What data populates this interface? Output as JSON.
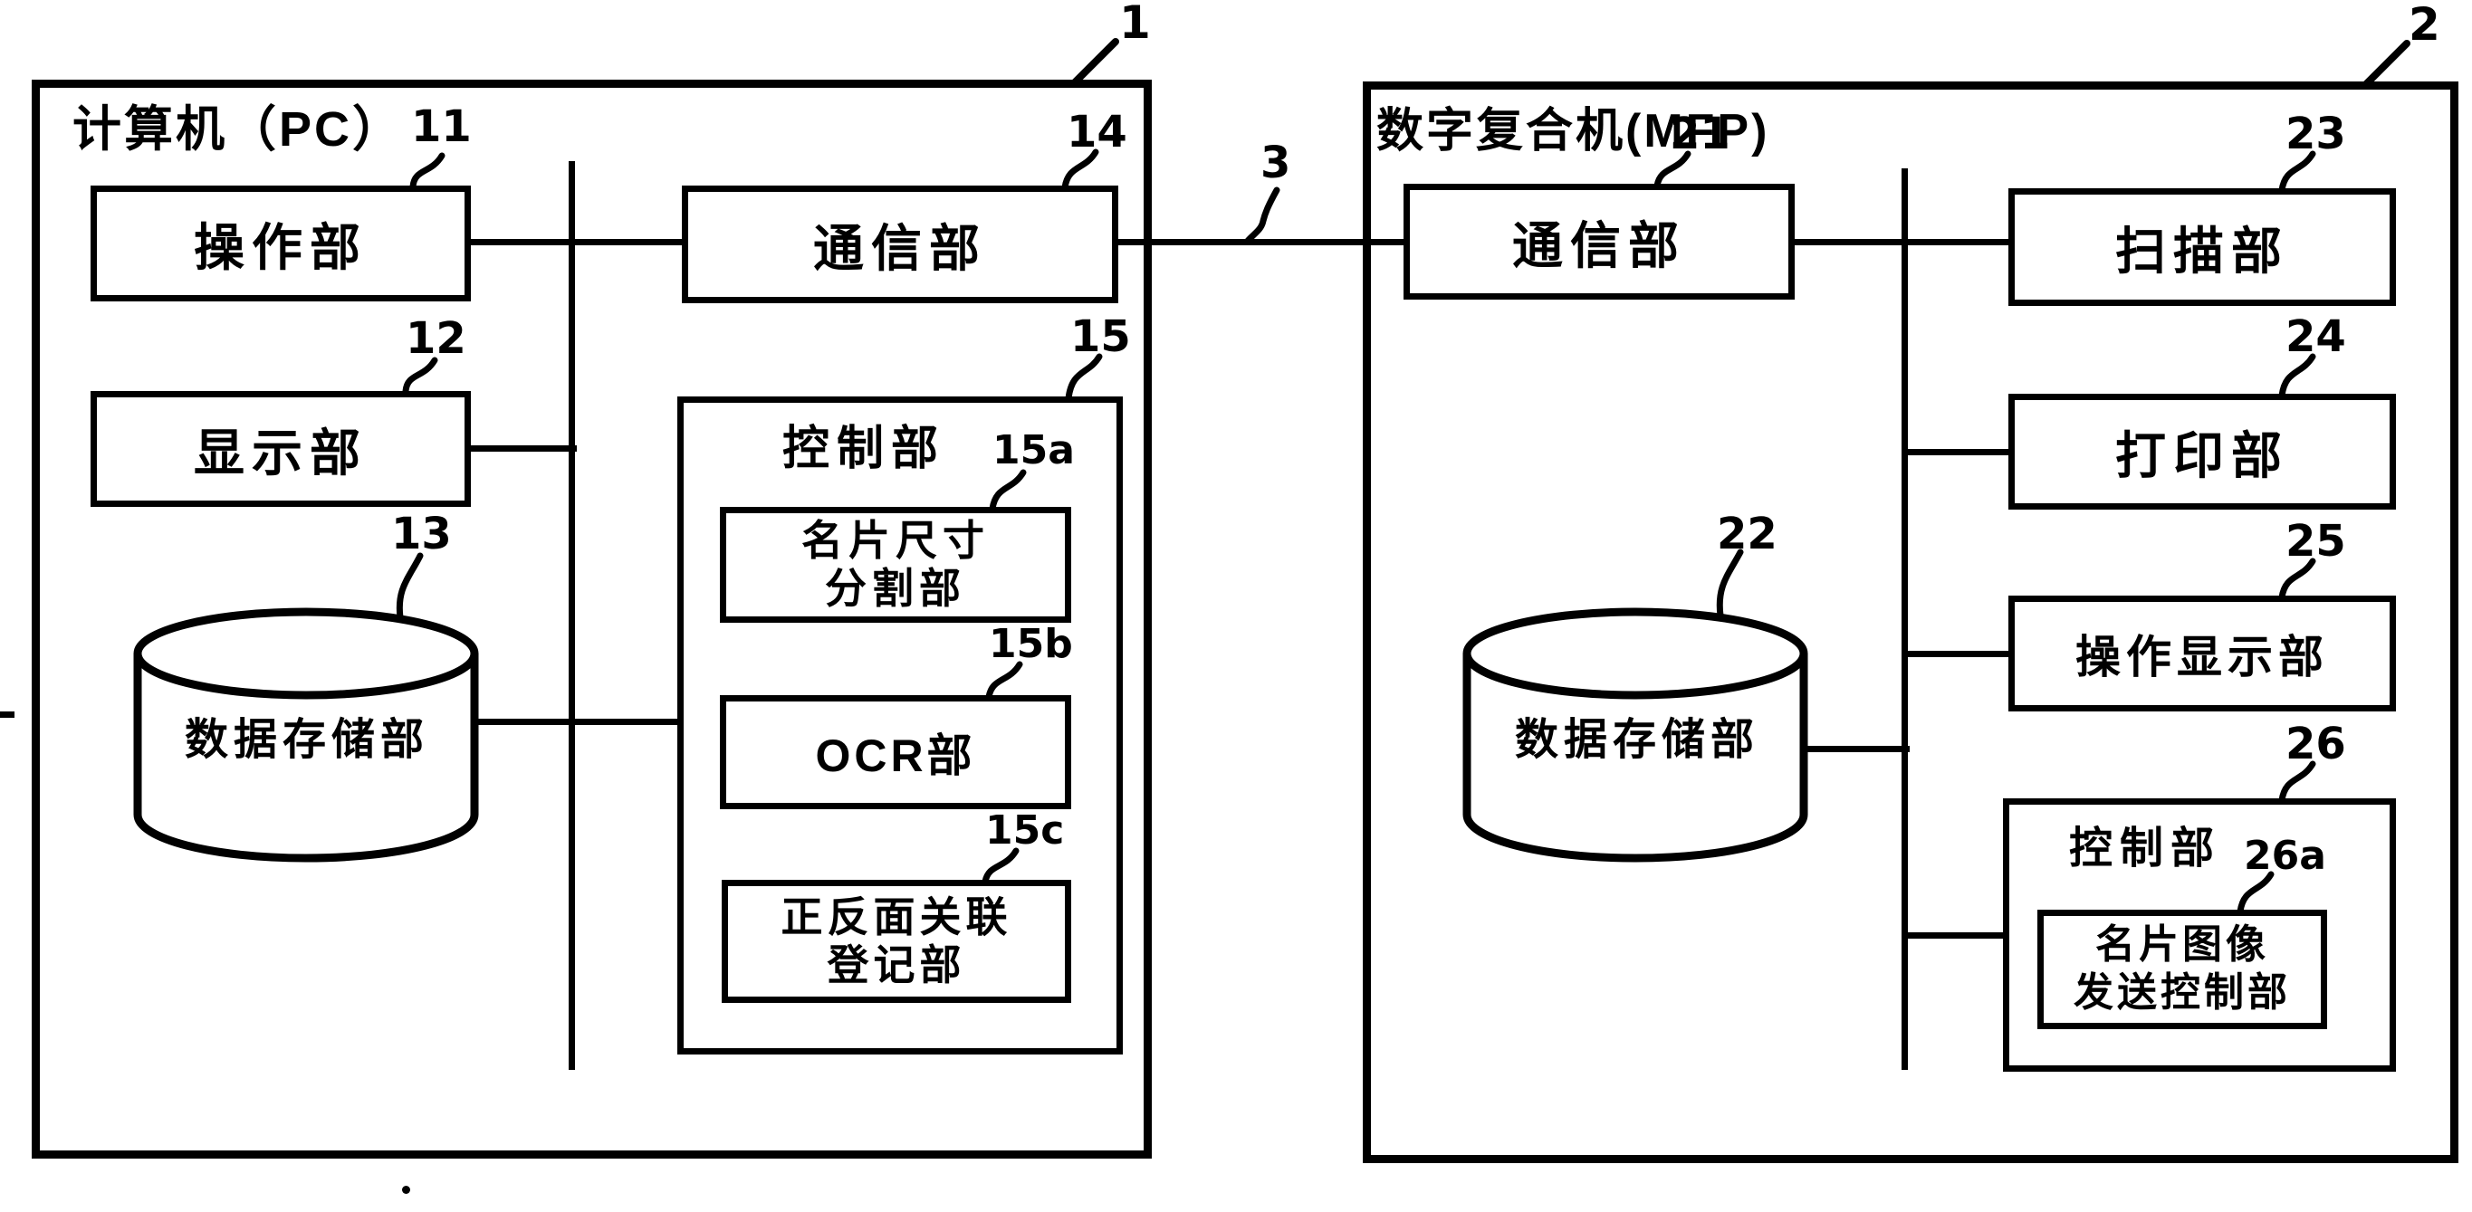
{
  "figure": {
    "refs": {
      "pc_system": "1",
      "mfp_system": "2",
      "link": "3"
    },
    "colors": {
      "ink": "#000000",
      "paper": "#ffffff"
    }
  },
  "pc": {
    "title": "计算机（PC）",
    "operation": {
      "ref": "11",
      "label": "操作部"
    },
    "display": {
      "ref": "12",
      "label": "显示部"
    },
    "storage": {
      "ref": "13",
      "label": "数据存储部"
    },
    "communication": {
      "ref": "14",
      "label": "通信部"
    },
    "control": {
      "ref": "15",
      "label": "控制部"
    },
    "card_size_division": {
      "ref": "15a",
      "line1": "名片尺寸",
      "line2": "分割部"
    },
    "ocr": {
      "ref": "15b",
      "label": "OCR部"
    },
    "front_back_registration": {
      "ref": "15c",
      "line1": "正反面关联",
      "line2": "登记部"
    }
  },
  "mfp": {
    "title": "数字复合机(MFP)",
    "communication": {
      "ref": "21",
      "label": "通信部"
    },
    "storage": {
      "ref": "22",
      "label": "数据存储部"
    },
    "scanner": {
      "ref": "23",
      "label": "扫描部"
    },
    "printer": {
      "ref": "24",
      "label": "打印部"
    },
    "operation_display": {
      "ref": "25",
      "label": "操作显示部"
    },
    "control": {
      "ref": "26",
      "label": "控制部"
    },
    "card_image_send_control": {
      "ref": "26a",
      "line1": "名片图像",
      "line2": "发送控制部"
    }
  }
}
